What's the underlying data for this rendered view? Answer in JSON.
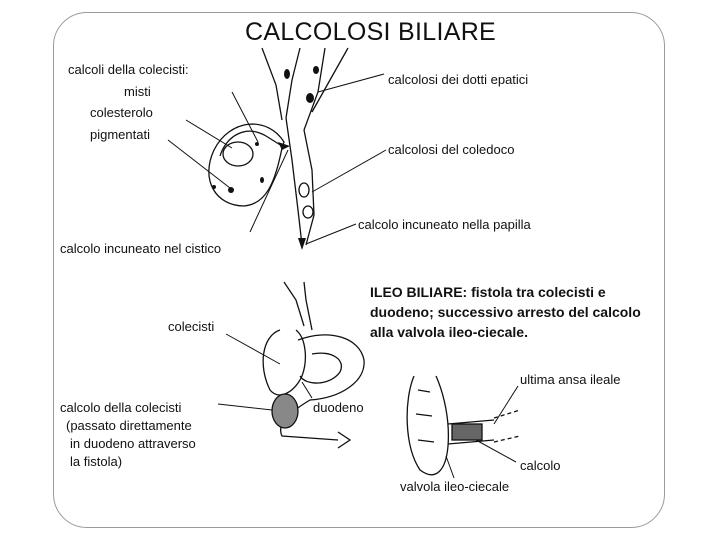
{
  "title": "CALCOLOSI BILIARE",
  "labels": {
    "calcoli_colecisti": "calcoli della colecisti:",
    "misti": "misti",
    "colesterolo": "colesterolo",
    "pigmentati": "pigmentati",
    "calcolo_cistico": "calcolo incuneato nel cistico",
    "dotti_epatici": "calcolosi dei dotti epatici",
    "coledoco": "calcolosi del coledoco",
    "papilla": "calcolo incuneato nella papilla",
    "colecisti": "colecisti",
    "calcolo_colecisti": "calcolo della colecisti",
    "passato_1": "(passato direttamente",
    "passato_2": "in duodeno attraverso",
    "passato_3": "la fistola)",
    "duodeno": "duodeno",
    "ultima_ansa": "ultima ansa ileale",
    "calcolo": "calcolo",
    "valvola": "valvola ileo-ciecale"
  },
  "ileo_text": "ILEO BILIARE: fistola tra colecisti e duodeno; successivo arresto del calcolo alla valvola ileo-ciecale."
}
